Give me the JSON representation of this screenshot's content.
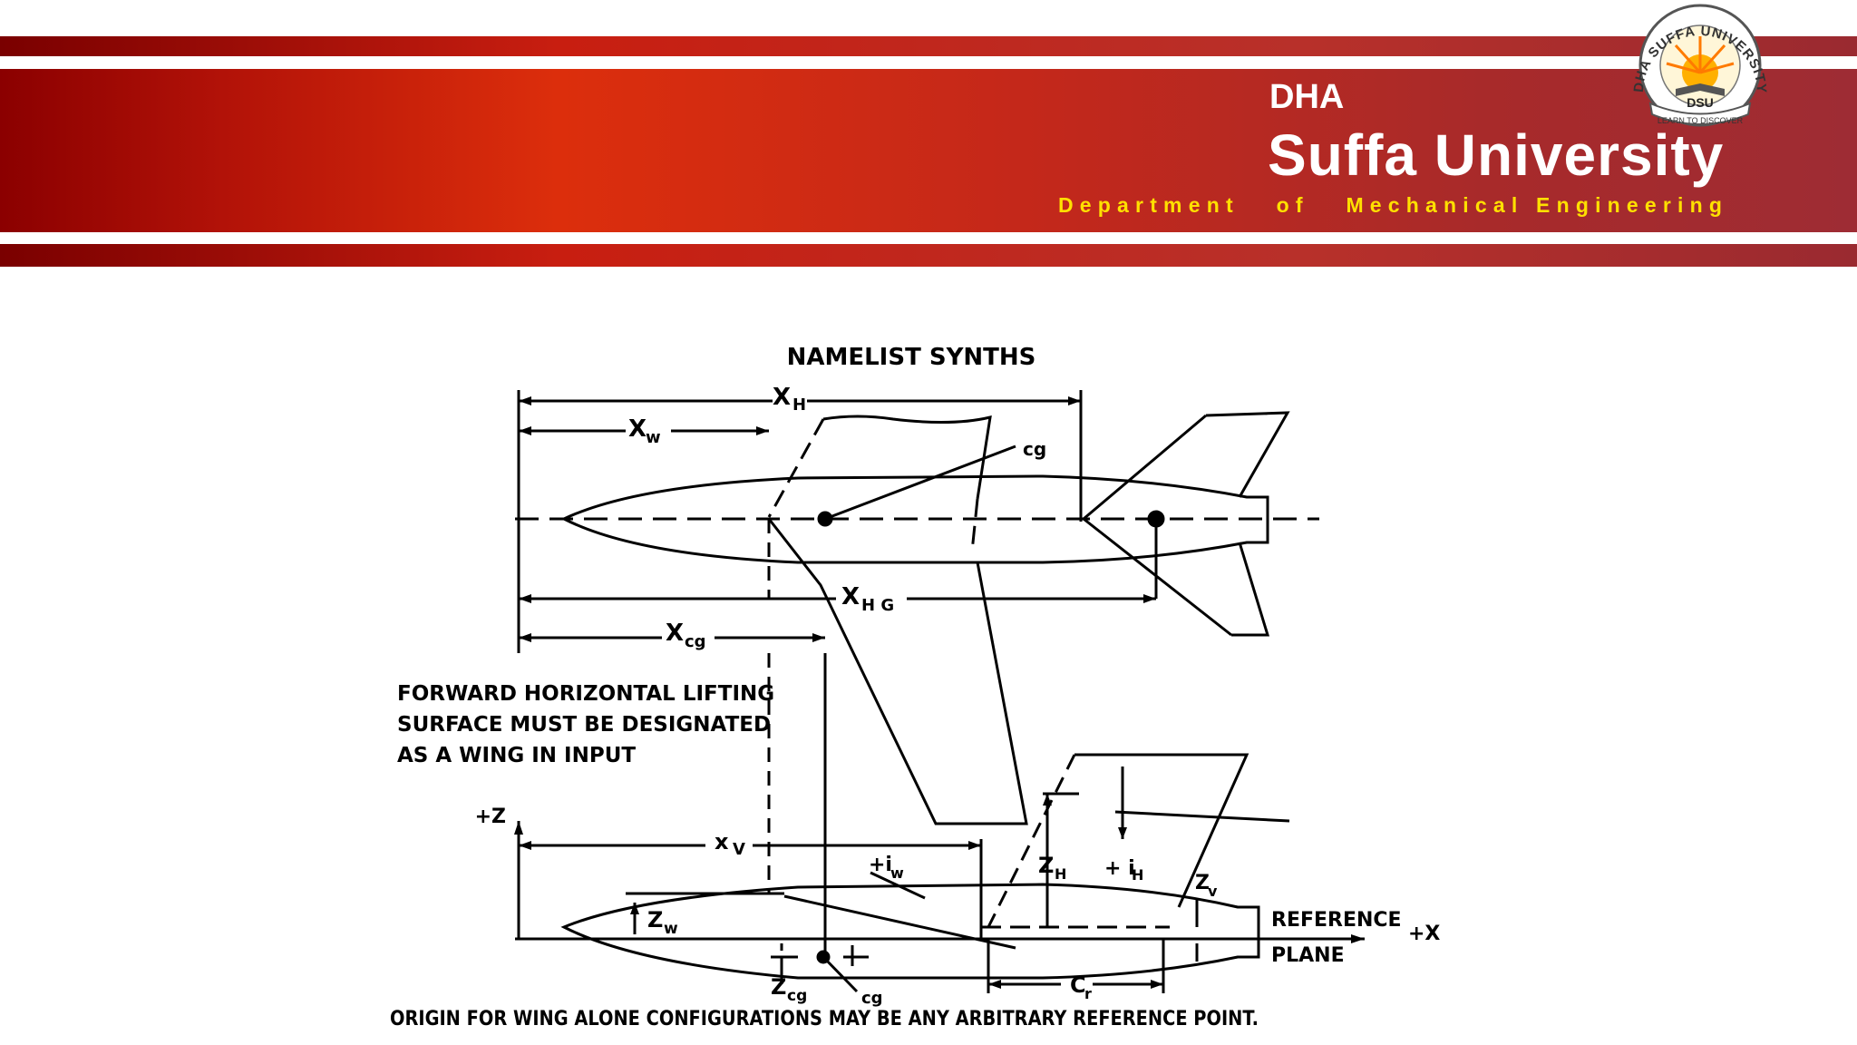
{
  "header": {
    "short_name": "DHA",
    "university": "Suffa University",
    "department": "Department   of   Mechanical Engineering",
    "colors": {
      "band_dark": "#8b0000",
      "band_bright": "#dc2e0c",
      "dept_text": "#ffe000"
    }
  },
  "logo": {
    "arc_text": "DHA SUFFA UNIVERSITY",
    "badge": "DSU",
    "motto": "LEARN TO DISCOVER"
  },
  "diagram": {
    "title": "NAMELIST SYNTHS",
    "note": {
      "line1": "FORWARD HORIZONTAL LIFTING",
      "line2": "SURFACE MUST BE DESIGNATED",
      "line3": "AS A WING IN INPUT"
    },
    "labels": {
      "xh": "X",
      "xh_sub": "H",
      "xw": "X",
      "xw_sub": "w",
      "cg_top": "cg",
      "xhg": "X",
      "xhg_sub": "H G",
      "xcg": "X",
      "xcg_sub": "cg",
      "plus_z": "+Z",
      "xv": "x",
      "xv_sub": "V",
      "iw": "+i",
      "iw_sub": "w",
      "zh": "Z",
      "zh_sub": "H",
      "ih": "+ i",
      "ih_sub": "H",
      "zv": "Z",
      "zv_sub": "v",
      "zw": "Z",
      "zw_sub": "w",
      "reference": "REFERENCE",
      "plane": "PLANE",
      "plus_x": "+X",
      "zcg": "Z",
      "zcg_sub": "cg",
      "cg_bottom": "cg",
      "cr": "C",
      "cr_sub": "r"
    },
    "caption": "ORIGIN FOR WING ALONE CONFIGURATIONS MAY BE ANY  ARBITRARY REFERENCE POINT."
  }
}
